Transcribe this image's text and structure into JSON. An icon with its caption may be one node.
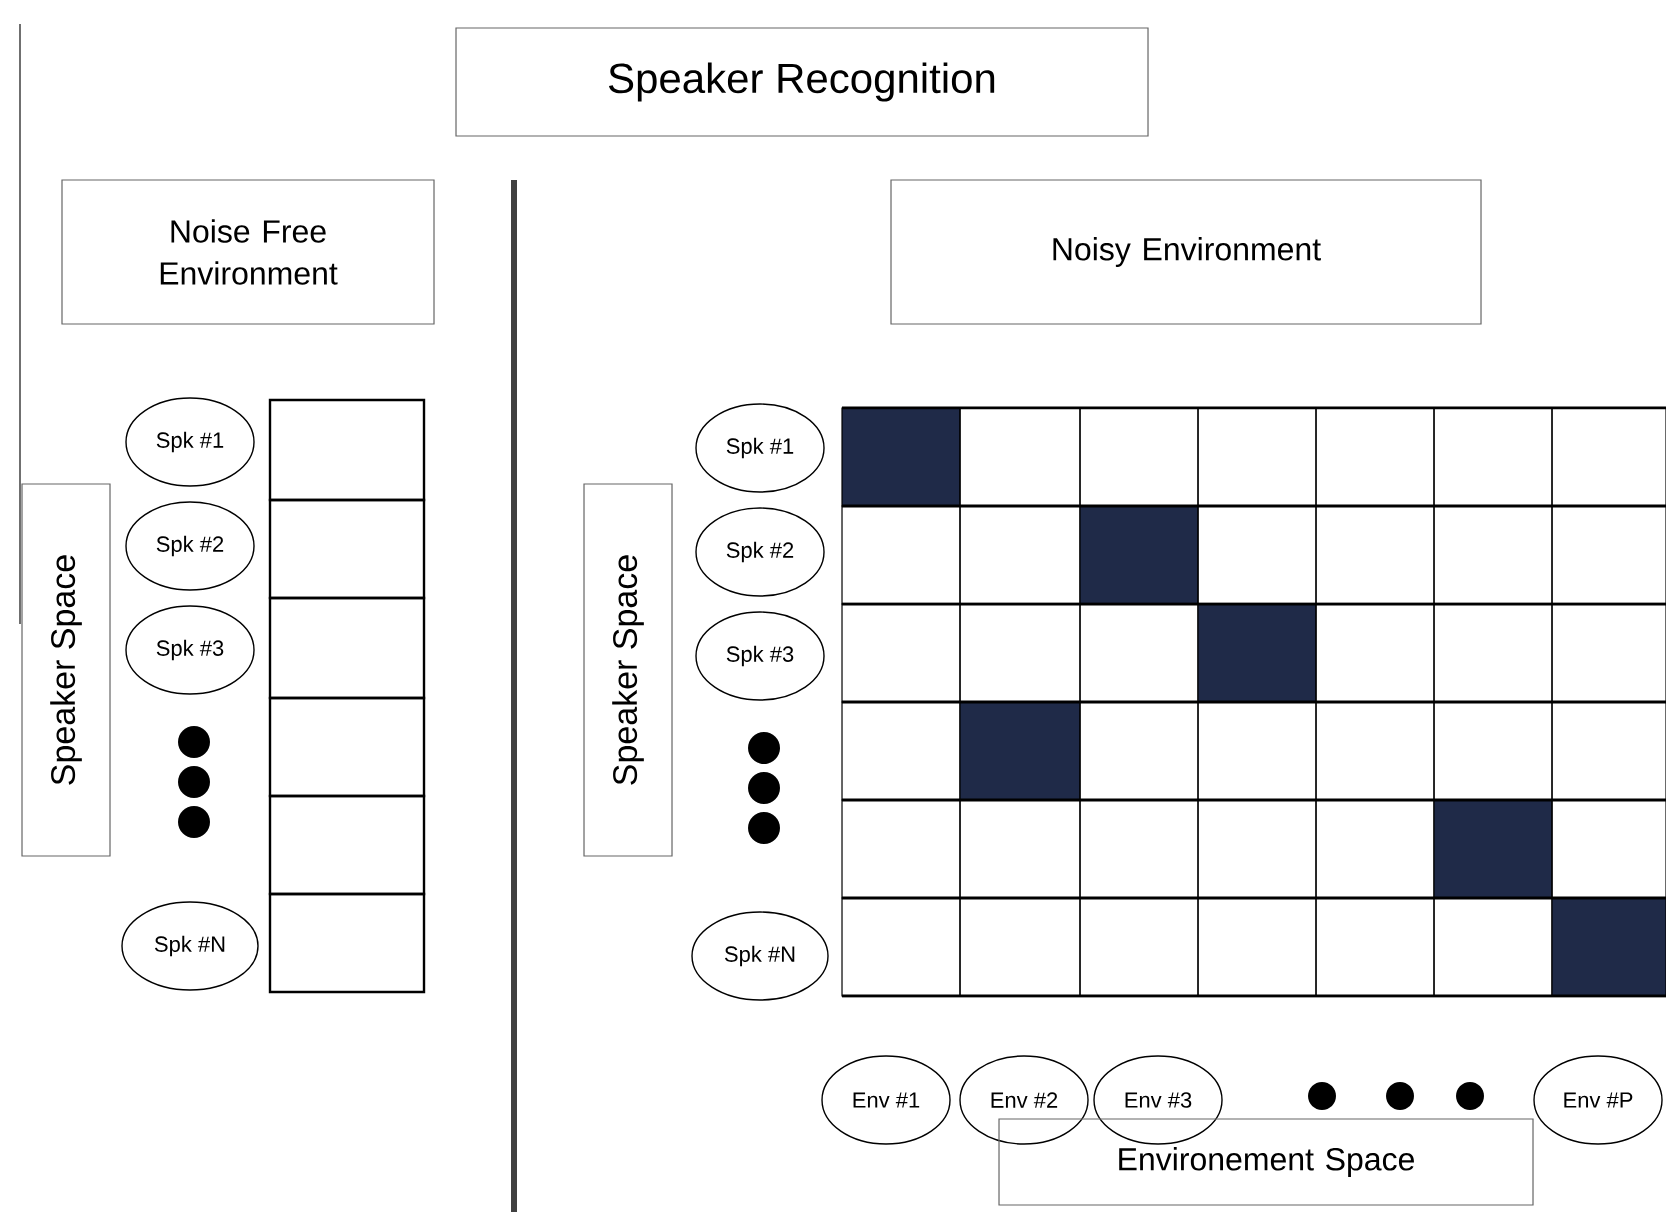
{
  "diagram": {
    "title": "Speaker Recognition",
    "nodes": [
      {
        "text": [
          "Noise Free Environment"
        ]
      },
      {
        "text": [
          "Noisy Environment"
        ]
      },
      {
        "text": [
          "Speaker Space"
        ]
      },
      {
        "text": [
          "Spk #1"
        ]
      },
      {
        "text": [
          "Spk #2"
        ]
      },
      {
        "text": [
          "Spk #3"
        ]
      },
      {
        "text": [
          "Spk #N"
        ]
      },
      {
        "text": [
          "Speaker Space"
        ]
      },
      {
        "text": [
          "Spk #1"
        ]
      },
      {
        "text": [
          "Spk #2"
        ]
      },
      {
        "text": [
          "Spk #3"
        ]
      },
      {
        "text": [
          "Spk #N"
        ]
      },
      {
        "text": [
          "Env #1"
        ]
      },
      {
        "text": [
          "Env #2"
        ]
      },
      {
        "text": [
          "Env #3"
        ]
      },
      {
        "text": [
          "Env #P"
        ]
      },
      {
        "text": [
          "Environement Space"
        ]
      }
    ]
  }
}
